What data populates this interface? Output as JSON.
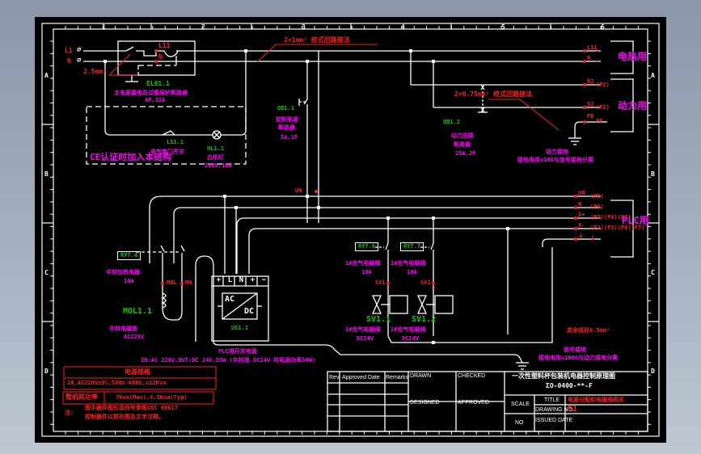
{
  "border": {
    "columns": [
      "1",
      "2",
      "3",
      "4",
      "5",
      "6"
    ],
    "rows": [
      "A",
      "B",
      "C",
      "D"
    ]
  },
  "mains": {
    "terminals": [
      "L1",
      "N"
    ],
    "wire_gauge": "2.5mm²",
    "breaker": {
      "id": "EL01.1",
      "desc": "主电源漏电及过载保护断路器",
      "rating": "4P,32A"
    },
    "outputs": [
      "L11",
      "N"
    ],
    "wiring_note": "2×1mm² 绞式回路接法"
  },
  "heating": {
    "group_label": "电热用",
    "terminals": [
      {
        "name": "L11",
        "ref": ""
      },
      {
        "name": "N",
        "ref": ""
      }
    ]
  },
  "power": {
    "group_label": "动力用",
    "wiring_note": "2×0.75mm² 绞式回路接法",
    "breaker": {
      "id": "QB1.2",
      "desc1": "动力回路",
      "desc2": "断路器",
      "rating": "25A,2P"
    },
    "terminals": [
      {
        "name": "R2",
        "ref": "(P2)"
      },
      {
        "name": "S2",
        "ref": "(P2)"
      },
      {
        "name": "PE",
        "ref": "PE"
      }
    ],
    "ground_note1": "动力接地",
    "ground_note2": "接地电阻≤10Ω与信号接地分离"
  },
  "ce_block": {
    "door_switch": {
      "id": "LS1.1",
      "desc": "电气箱门开关"
    },
    "lamp": {
      "id": "HL1.1",
      "desc": "白炽灯",
      "rating": "220V,10W"
    },
    "note": "CE认证时加入本结构"
  },
  "control": {
    "breaker": {
      "id": "QB1.1",
      "desc1": "控制电源",
      "desc2": "断路器",
      "rating": "5A,1P"
    },
    "tap_label": "UN"
  },
  "plc": {
    "group_label": "PLC用",
    "terminals": [
      {
        "name": "UN",
        "ref": "(P6)"
      },
      {
        "name": "N",
        "ref": "(P6)"
      },
      {
        "name": "X+",
        "ref": "(P3)(P4)(P7)"
      },
      {
        "name": "X-",
        "ref": "(P2)(P3)(P6)(P7)"
      },
      {
        "name": "⏚",
        "ref": "⏚"
      }
    ]
  },
  "relays": [
    {
      "id": "RY7.4",
      "desc": "中封加热电器",
      "rating": "10A"
    },
    {
      "id": "RY7.6",
      "desc": "1#充气电磁阀",
      "rating": "10A"
    },
    {
      "id": "RY7.7",
      "desc": "2#充气电磁阀",
      "rating": "10A"
    }
  ],
  "coil": {
    "id": "MOL1.1",
    "desc": "中封电磁铁",
    "rating": "AC220V",
    "terminals": [
      "MOL",
      "MN"
    ]
  },
  "valves": [
    {
      "id": "SV1.1",
      "term": "SV1",
      "desc": "1#充气电磁阀",
      "rating": "DC24V"
    },
    {
      "id": "SV1.2",
      "term": "SV2",
      "desc": "2#充气电磁阀",
      "rating": "DC24V"
    }
  ],
  "psu": {
    "id": "US1.1",
    "terminals": [
      "+",
      "L",
      "N",
      "+",
      "−"
    ],
    "ac": "AC",
    "dc": "DC",
    "title": "PLC用开关电源",
    "spec": "IN:AC 220V,OUT:DC 24V.35W (中封用 DC24V 时电源功率50W)"
  },
  "misc": {
    "other_wire_note": "其余线径0.5mm²",
    "signal_ground1": "信号接地",
    "signal_ground2": "接地电阻≤100Ω与动力接地分离"
  },
  "spec_table": {
    "title": "电源规格",
    "value": "1Φ,AC220V±8%,50Hz~60Hz,≥12Kva",
    "consumption_label": "整机耗功率",
    "consumption_value": "7Kva(Max),4.5Kva(Typ)",
    "note_label": "注:",
    "note1": "图中器件图形及符号参照IEC 60617",
    "note2": "控制器件以原形图及文字注释。"
  },
  "title_block": {
    "rev_headers": [
      "Rev.",
      "Approved Date",
      "Remarks"
    ],
    "drawn": "DRAWN",
    "checked": "CHECKED",
    "designed": "DESIGNED",
    "approved": "APPROVED",
    "project_title": "一次性塑料杯包装机电器控制原理图",
    "model": "ΣO-0400-**-F",
    "scale": "SCALE",
    "no": "NO",
    "title_label": "TITLE",
    "title_value": "电源分配和电磁阀相关",
    "drawing_no_label": "DRAWING NO.",
    "drawing_no_value": "P1",
    "issued_date_label": "ISSUED DATE",
    "issued_date_value": ""
  }
}
